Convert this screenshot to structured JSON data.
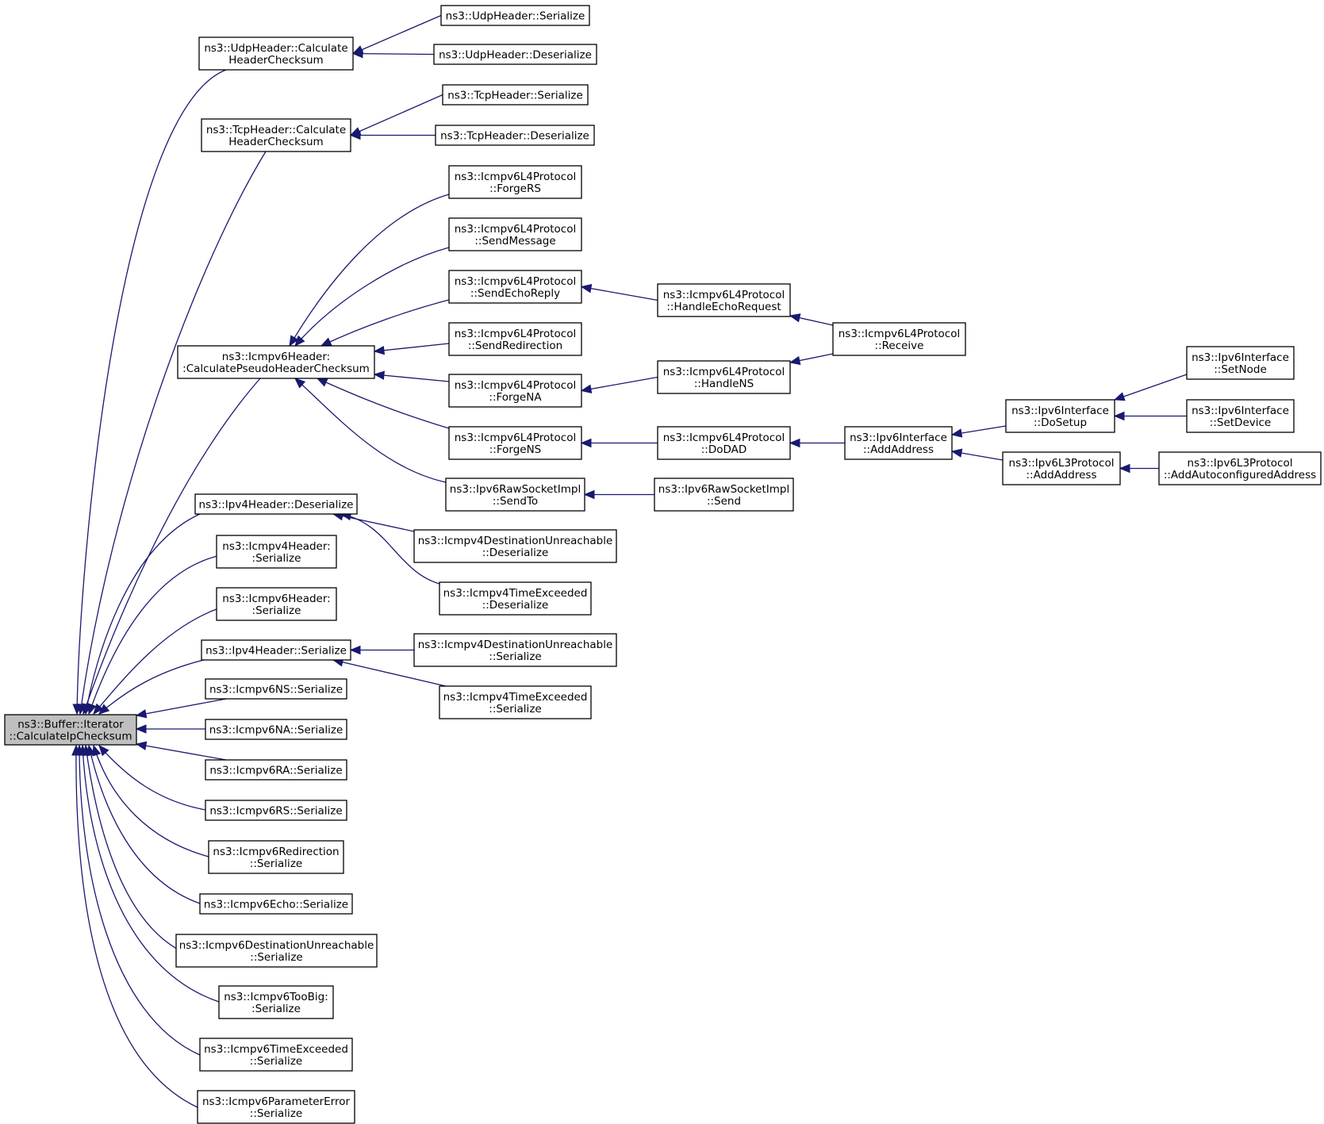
{
  "colors": {
    "edge": "#191970",
    "node_fill": "#ffffff",
    "root_fill": "#bfbfbf",
    "border": "#000000"
  },
  "nodes": [
    {
      "id": "root",
      "lines": [
        "ns3::Buffer::Iterator",
        "::CalculateIpChecksum"
      ]
    },
    {
      "id": "udpChk",
      "lines": [
        "ns3::UdpHeader::Calculate",
        "HeaderChecksum"
      ]
    },
    {
      "id": "udpSer",
      "lines": [
        "ns3::UdpHeader::Serialize"
      ]
    },
    {
      "id": "udpDes",
      "lines": [
        "ns3::UdpHeader::Deserialize"
      ]
    },
    {
      "id": "tcpChk",
      "lines": [
        "ns3::TcpHeader::Calculate",
        "HeaderChecksum"
      ]
    },
    {
      "id": "tcpSer",
      "lines": [
        "ns3::TcpHeader::Serialize"
      ]
    },
    {
      "id": "tcpDes",
      "lines": [
        "ns3::TcpHeader::Deserialize"
      ]
    },
    {
      "id": "icmp6Pseudo",
      "lines": [
        "ns3::Icmpv6Header:",
        ":CalculatePseudoHeaderChecksum"
      ]
    },
    {
      "id": "forgeRS",
      "lines": [
        "ns3::Icmpv6L4Protocol",
        "::ForgeRS"
      ]
    },
    {
      "id": "sendMsg",
      "lines": [
        "ns3::Icmpv6L4Protocol",
        "::SendMessage"
      ]
    },
    {
      "id": "sendEcho",
      "lines": [
        "ns3::Icmpv6L4Protocol",
        "::SendEchoReply"
      ]
    },
    {
      "id": "sendRedir",
      "lines": [
        "ns3::Icmpv6L4Protocol",
        "::SendRedirection"
      ]
    },
    {
      "id": "forgeNA",
      "lines": [
        "ns3::Icmpv6L4Protocol",
        "::ForgeNA"
      ]
    },
    {
      "id": "forgeNS",
      "lines": [
        "ns3::Icmpv6L4Protocol",
        "::ForgeNS"
      ]
    },
    {
      "id": "rawSendTo",
      "lines": [
        "ns3::Ipv6RawSocketImpl",
        "::SendTo"
      ]
    },
    {
      "id": "handleEcho",
      "lines": [
        "ns3::Icmpv6L4Protocol",
        "::HandleEchoRequest"
      ]
    },
    {
      "id": "receive",
      "lines": [
        "ns3::Icmpv6L4Protocol",
        "::Receive"
      ]
    },
    {
      "id": "handleNS",
      "lines": [
        "ns3::Icmpv6L4Protocol",
        "::HandleNS"
      ]
    },
    {
      "id": "doDAD",
      "lines": [
        "ns3::Icmpv6L4Protocol",
        "::DoDAD"
      ]
    },
    {
      "id": "ifAddAddr",
      "lines": [
        "ns3::Ipv6Interface",
        "::AddAddress"
      ]
    },
    {
      "id": "doSetup",
      "lines": [
        "ns3::Ipv6Interface",
        "::DoSetup"
      ]
    },
    {
      "id": "setNode",
      "lines": [
        "ns3::Ipv6Interface",
        "::SetNode"
      ]
    },
    {
      "id": "setDevice",
      "lines": [
        "ns3::Ipv6Interface",
        "::SetDevice"
      ]
    },
    {
      "id": "l3AddAddr",
      "lines": [
        "ns3::Ipv6L3Protocol",
        "::AddAddress"
      ]
    },
    {
      "id": "addAutoconf",
      "lines": [
        "ns3::Ipv6L3Protocol",
        "::AddAutoconfiguredAddress"
      ]
    },
    {
      "id": "rawSend",
      "lines": [
        "ns3::Ipv6RawSocketImpl",
        "::Send"
      ]
    },
    {
      "id": "ip4Des",
      "lines": [
        "ns3::Ipv4Header::Deserialize"
      ]
    },
    {
      "id": "icmp4DUDes",
      "lines": [
        "ns3::Icmpv4DestinationUnreachable",
        "::Deserialize"
      ]
    },
    {
      "id": "icmp4TEDes",
      "lines": [
        "ns3::Icmpv4TimeExceeded",
        "::Deserialize"
      ]
    },
    {
      "id": "icmp4HSer",
      "lines": [
        "ns3::Icmpv4Header:",
        ":Serialize"
      ]
    },
    {
      "id": "icmp6HSer",
      "lines": [
        "ns3::Icmpv6Header:",
        ":Serialize"
      ]
    },
    {
      "id": "ip4Ser",
      "lines": [
        "ns3::Ipv4Header::Serialize"
      ]
    },
    {
      "id": "icmp4DUSer",
      "lines": [
        "ns3::Icmpv4DestinationUnreachable",
        "::Serialize"
      ]
    },
    {
      "id": "icmp4TESer",
      "lines": [
        "ns3::Icmpv4TimeExceeded",
        "::Serialize"
      ]
    },
    {
      "id": "nsSer",
      "lines": [
        "ns3::Icmpv6NS::Serialize"
      ]
    },
    {
      "id": "naSer",
      "lines": [
        "ns3::Icmpv6NA::Serialize"
      ]
    },
    {
      "id": "raSer",
      "lines": [
        "ns3::Icmpv6RA::Serialize"
      ]
    },
    {
      "id": "rsSer",
      "lines": [
        "ns3::Icmpv6RS::Serialize"
      ]
    },
    {
      "id": "redirSer",
      "lines": [
        "ns3::Icmpv6Redirection",
        "::Serialize"
      ]
    },
    {
      "id": "echoSer",
      "lines": [
        "ns3::Icmpv6Echo::Serialize"
      ]
    },
    {
      "id": "duSer",
      "lines": [
        "ns3::Icmpv6DestinationUnreachable",
        "::Serialize"
      ]
    },
    {
      "id": "tooBigSer",
      "lines": [
        "ns3::Icmpv6TooBig:",
        ":Serialize"
      ]
    },
    {
      "id": "teSer",
      "lines": [
        "ns3::Icmpv6TimeExceeded",
        "::Serialize"
      ]
    },
    {
      "id": "peSer",
      "lines": [
        "ns3::Icmpv6ParameterError",
        "::Serialize"
      ]
    }
  ],
  "edges": [
    {
      "from": "udpChk",
      "to": "root"
    },
    {
      "from": "tcpChk",
      "to": "root"
    },
    {
      "from": "icmp6Pseudo",
      "to": "root"
    },
    {
      "from": "ip4Des",
      "to": "root"
    },
    {
      "from": "icmp4HSer",
      "to": "root"
    },
    {
      "from": "icmp6HSer",
      "to": "root"
    },
    {
      "from": "ip4Ser",
      "to": "root"
    },
    {
      "from": "nsSer",
      "to": "root"
    },
    {
      "from": "naSer",
      "to": "root"
    },
    {
      "from": "raSer",
      "to": "root"
    },
    {
      "from": "rsSer",
      "to": "root"
    },
    {
      "from": "redirSer",
      "to": "root"
    },
    {
      "from": "echoSer",
      "to": "root"
    },
    {
      "from": "duSer",
      "to": "root"
    },
    {
      "from": "tooBigSer",
      "to": "root"
    },
    {
      "from": "teSer",
      "to": "root"
    },
    {
      "from": "peSer",
      "to": "root"
    },
    {
      "from": "udpSer",
      "to": "udpChk"
    },
    {
      "from": "udpDes",
      "to": "udpChk"
    },
    {
      "from": "tcpSer",
      "to": "tcpChk"
    },
    {
      "from": "tcpDes",
      "to": "tcpChk"
    },
    {
      "from": "forgeRS",
      "to": "icmp6Pseudo"
    },
    {
      "from": "sendMsg",
      "to": "icmp6Pseudo"
    },
    {
      "from": "sendEcho",
      "to": "icmp6Pseudo"
    },
    {
      "from": "sendRedir",
      "to": "icmp6Pseudo"
    },
    {
      "from": "forgeNA",
      "to": "icmp6Pseudo"
    },
    {
      "from": "forgeNS",
      "to": "icmp6Pseudo"
    },
    {
      "from": "rawSendTo",
      "to": "icmp6Pseudo"
    },
    {
      "from": "handleEcho",
      "to": "sendEcho"
    },
    {
      "from": "receive",
      "to": "handleEcho"
    },
    {
      "from": "handleNS",
      "to": "forgeNA"
    },
    {
      "from": "receive",
      "to": "handleNS"
    },
    {
      "from": "doDAD",
      "to": "forgeNS"
    },
    {
      "from": "ifAddAddr",
      "to": "doDAD"
    },
    {
      "from": "doSetup",
      "to": "ifAddAddr"
    },
    {
      "from": "l3AddAddr",
      "to": "ifAddAddr"
    },
    {
      "from": "setNode",
      "to": "doSetup"
    },
    {
      "from": "setDevice",
      "to": "doSetup"
    },
    {
      "from": "addAutoconf",
      "to": "l3AddAddr"
    },
    {
      "from": "rawSend",
      "to": "rawSendTo"
    },
    {
      "from": "icmp4DUDes",
      "to": "ip4Des"
    },
    {
      "from": "icmp4TEDes",
      "to": "ip4Des"
    },
    {
      "from": "icmp4DUSer",
      "to": "ip4Ser"
    },
    {
      "from": "icmp4TESer",
      "to": "ip4Ser"
    }
  ]
}
